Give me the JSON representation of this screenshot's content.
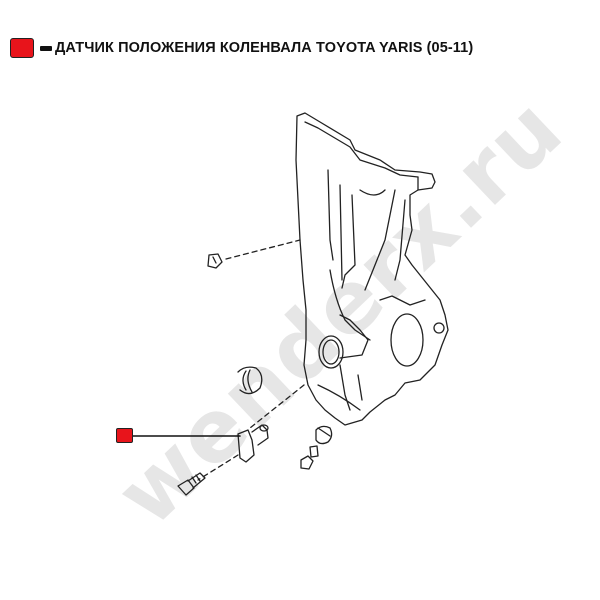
{
  "legend": {
    "title": "ДАТЧИК ПОЛОЖЕНИЯ КОЛЕНВАЛА TOYOTA YARIS (05-11)",
    "marker_color": "#e8141b"
  },
  "watermark": "wenderx.ru",
  "callouts": [
    {
      "part": "crankshaft-position-sensor",
      "color": "#e8141b"
    }
  ]
}
